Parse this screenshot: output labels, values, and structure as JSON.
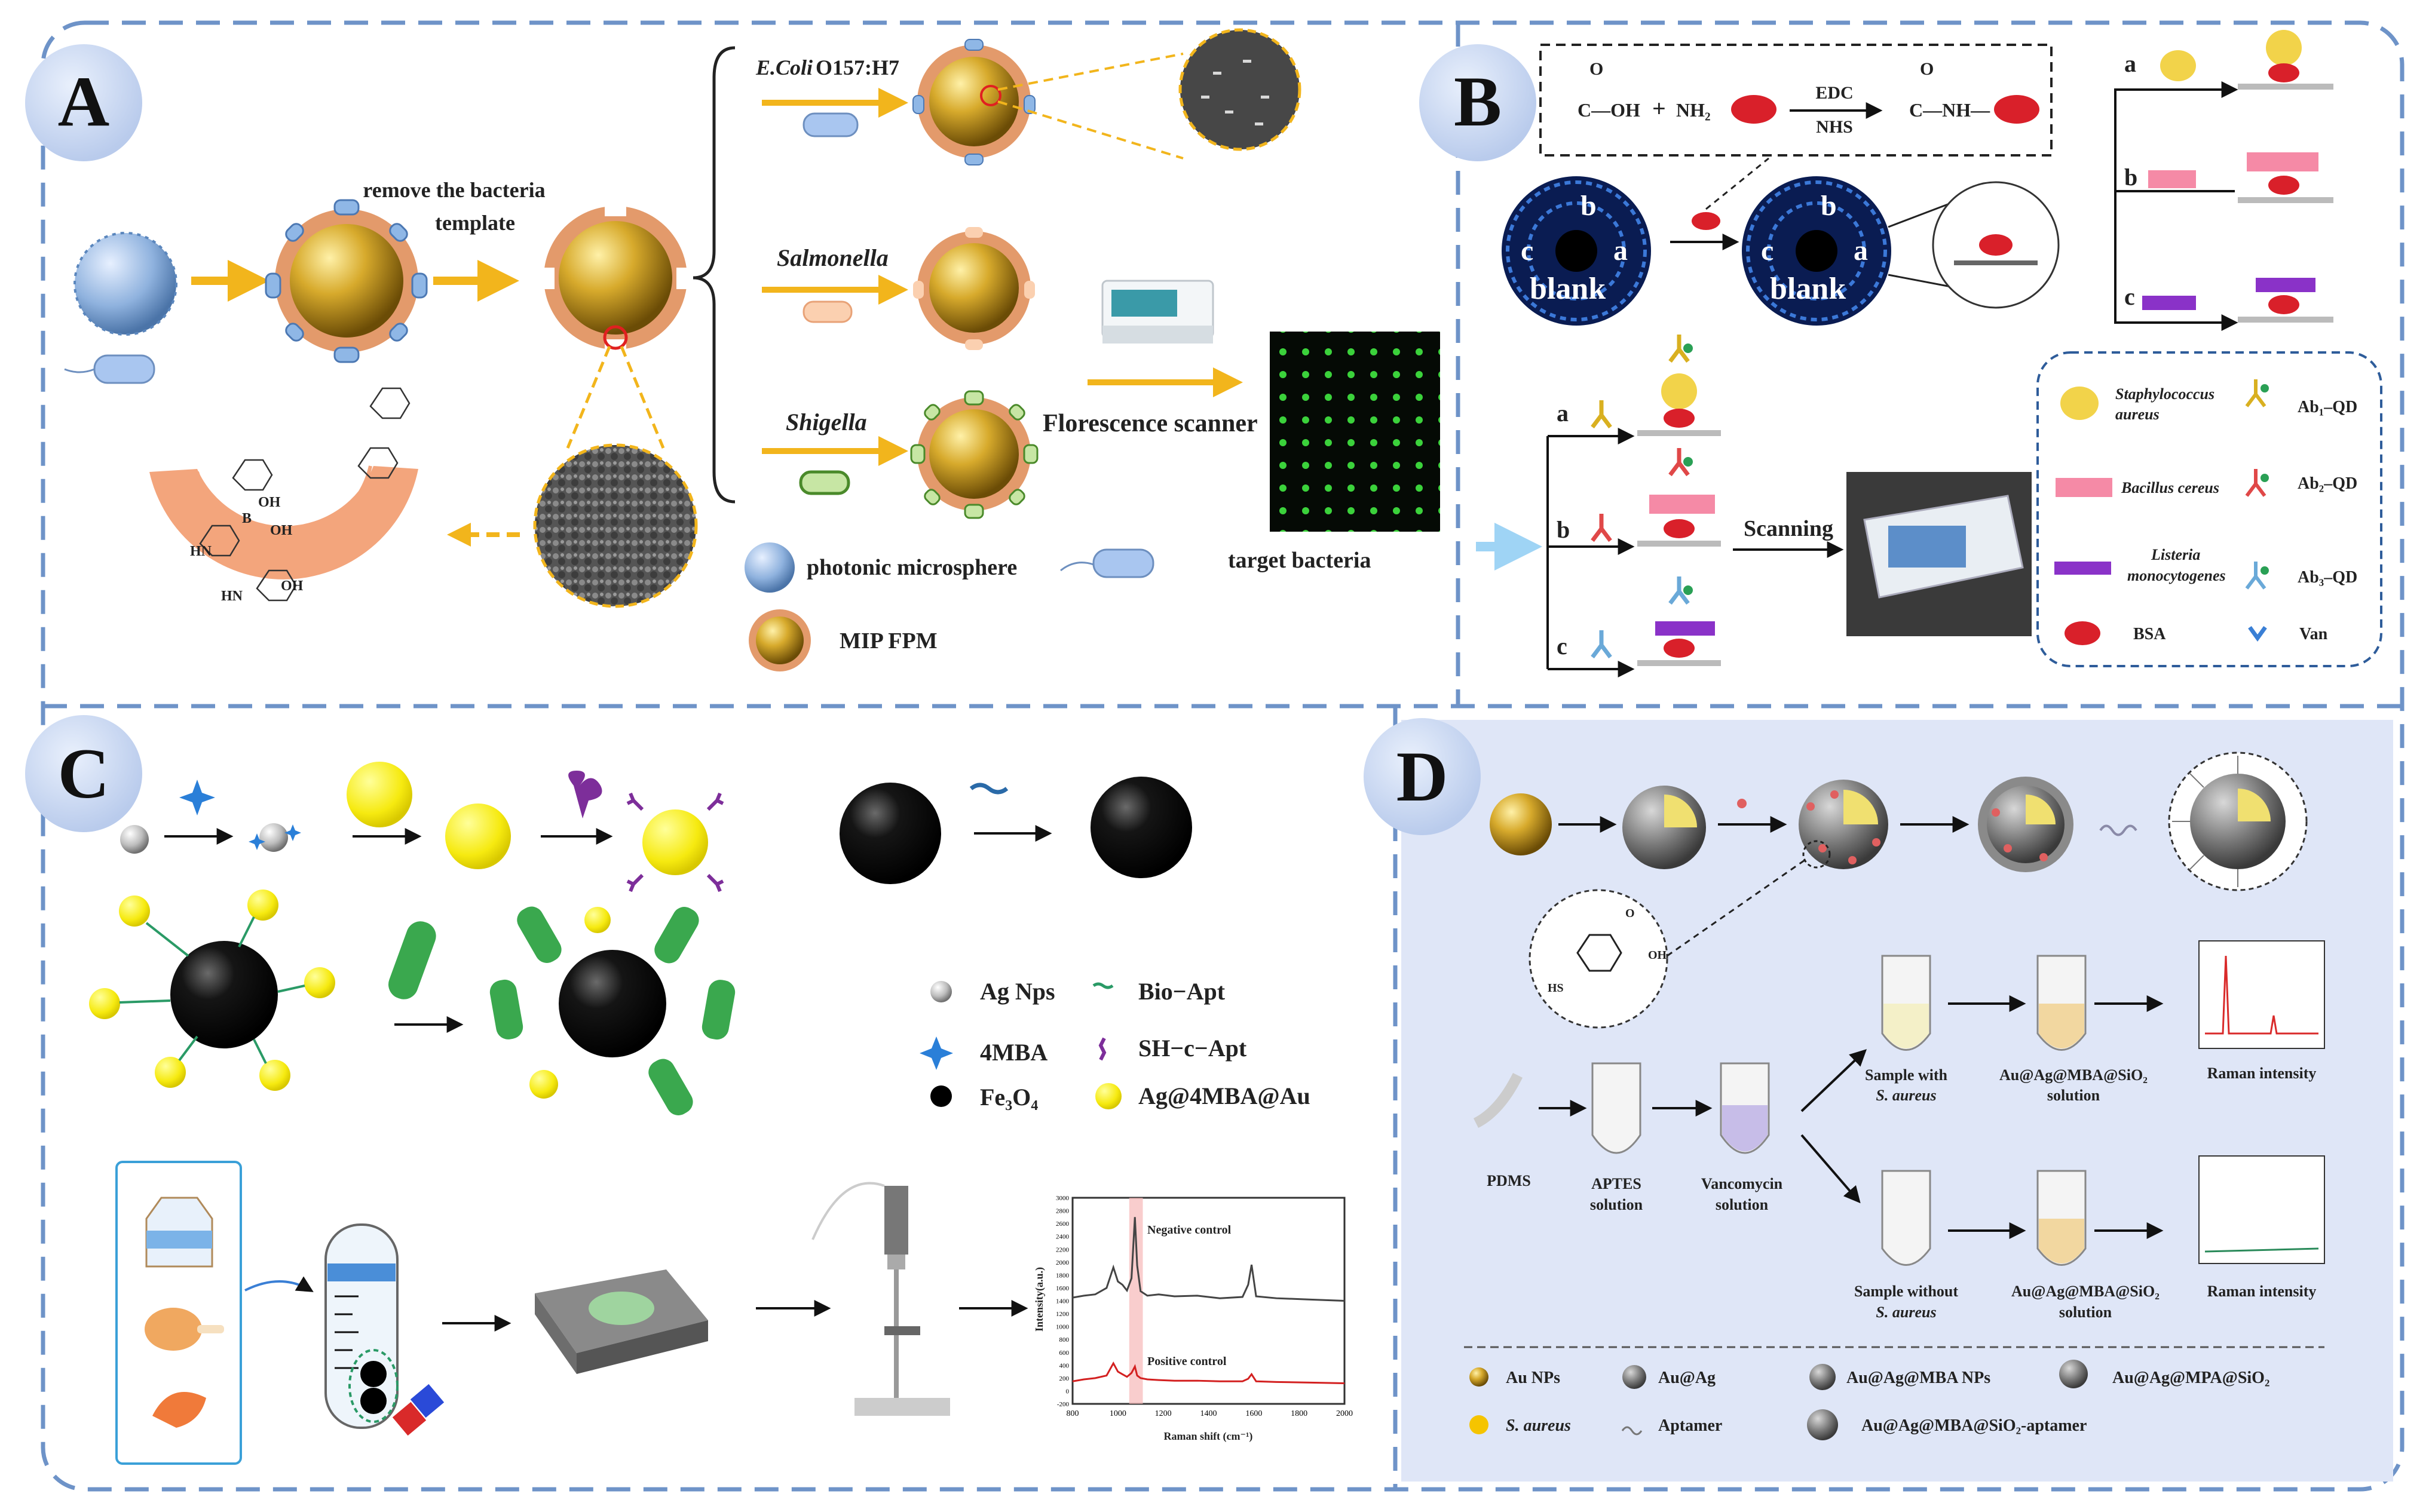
{
  "panels": {
    "A": {
      "label": "A",
      "remove_template": "remove the bacteria",
      "remove_template_2": "template",
      "ecoli": "E.Coli",
      "ecoli_strain": "O157:H7",
      "salmonella": "Salmonella",
      "shigella": "Shigella",
      "scanner": "Florescence scanner",
      "legend_photonic": "photonic microsphere",
      "legend_target": "target bacteria",
      "legend_mip": "MIP FPM",
      "chem_oh": "OH",
      "chem_b": "B",
      "chem_hn": "HN"
    },
    "B": {
      "label": "B",
      "edc": "EDC",
      "nhs": "NHS",
      "carboxyl": "C—OH",
      "nh2": "NH₂",
      "amide": "C—NH—",
      "o_atom": "O",
      "plus": "+",
      "chip_a": "a",
      "chip_b": "b",
      "chip_c": "c",
      "chip_blank": "blank",
      "row_a": "a",
      "row_b": "b",
      "row_c": "c",
      "scanning": "Scanning",
      "legend": {
        "staph": "Staphylococcus aureus",
        "staph_1": "Staphylococcus",
        "staph_2": "aureus",
        "bacillus": "Bacillus cereus",
        "listeria_1": "Listeria",
        "listeria_2": "monocytogenes",
        "bsa": "BSA",
        "ab1": "Ab₁–QD",
        "ab2": "Ab₂–QD",
        "ab3": "Ab₃–QD",
        "van": "Van"
      }
    },
    "C": {
      "label": "C",
      "legend": {
        "ag": "Ag Nps",
        "bioapt": "Bio−Apt",
        "mba": "4MBA",
        "shapt": "SH−c−Apt",
        "fe3o4": "Fe₃O₄",
        "agau": "Ag@4MBA@Au"
      },
      "chart_data": {
        "type": "line",
        "xlabel": "Raman shift (cm⁻¹)",
        "ylabel": "Intensity(a.u.)",
        "xlim": [
          800,
          2000
        ],
        "ylim": [
          -200,
          3000
        ],
        "x_ticks": [
          "800",
          "1000",
          "1200",
          "1400",
          "1600",
          "1800",
          "2000"
        ],
        "y_ticks": [
          "-200",
          "0",
          "200",
          "400",
          "600",
          "800",
          "1000",
          "1200",
          "1400",
          "1600",
          "1800",
          "2000",
          "2200",
          "2400",
          "2600",
          "2800",
          "3000"
        ],
        "annotations": [
          "Negative control",
          "Positive control"
        ],
        "highlight_band": [
          1050,
          1110
        ],
        "series": [
          {
            "name": "Negative control",
            "color": "#444444",
            "x": [
              800,
              850,
              900,
              950,
              980,
              1000,
              1020,
              1040,
              1060,
              1075,
              1085,
              1100,
              1130,
              1180,
              1250,
              1350,
              1450,
              1550,
              1575,
              1590,
              1610,
              1700,
              1850,
              2000
            ],
            "y": [
              1450,
              1480,
              1500,
              1600,
              1920,
              1700,
              1650,
              1560,
              1750,
              2700,
              1950,
              1550,
              1480,
              1500,
              1470,
              1480,
              1440,
              1460,
              1650,
              1960,
              1470,
              1440,
              1420,
              1400
            ]
          },
          {
            "name": "Positive control",
            "color": "#d32020",
            "x": [
              800,
              850,
              900,
              950,
              980,
              1000,
              1020,
              1040,
              1060,
              1075,
              1085,
              1100,
              1130,
              1180,
              1250,
              1350,
              1450,
              1550,
              1575,
              1590,
              1610,
              1700,
              1850,
              2000
            ],
            "y": [
              150,
              180,
              200,
              240,
              430,
              300,
              260,
              220,
              280,
              380,
              240,
              200,
              180,
              170,
              160,
              160,
              150,
              150,
              190,
              260,
              150,
              140,
              130,
              120
            ]
          }
        ]
      }
    },
    "D": {
      "label": "D",
      "pdms": "PDMS",
      "aptes_1": "APTES",
      "aptes_2": "solution",
      "vanco_1": "Vancomycin",
      "vanco_2": "solution",
      "with_1": "Sample with",
      "with_2": "S. aureus",
      "without_1": "Sample without",
      "without_2": "S. aureus",
      "sol_a_1": "Au@Ag@MBA@SiO₂",
      "sol_a_2": "solution",
      "sol_b_1": "Au@Ag@MBA@SiO₂",
      "sol_b_2": "solution",
      "raman_1": "Raman intensity",
      "raman_2": "Raman intensity",
      "chem_oh": "OH",
      "chem_o": "O",
      "chem_hs": "HS",
      "legend": {
        "aunps": "Au NPs",
        "auag": "Au@Ag",
        "auagmba": "Au@Ag@MBA NPs",
        "auagmpa": "Au@Ag@MPA@SiO₂",
        "saureus": "S. aureus",
        "aptamer": "Aptamer",
        "auagapt": "Au@Ag@MBA@SiO₂-aptamer"
      }
    }
  },
  "colors": {
    "panel_border": "#6e93c8",
    "badge_fill": "#c9d7f2",
    "gold": "#c9a022",
    "arrow": "#f2b51c",
    "panel_d_bg": "#dfe6f7"
  }
}
